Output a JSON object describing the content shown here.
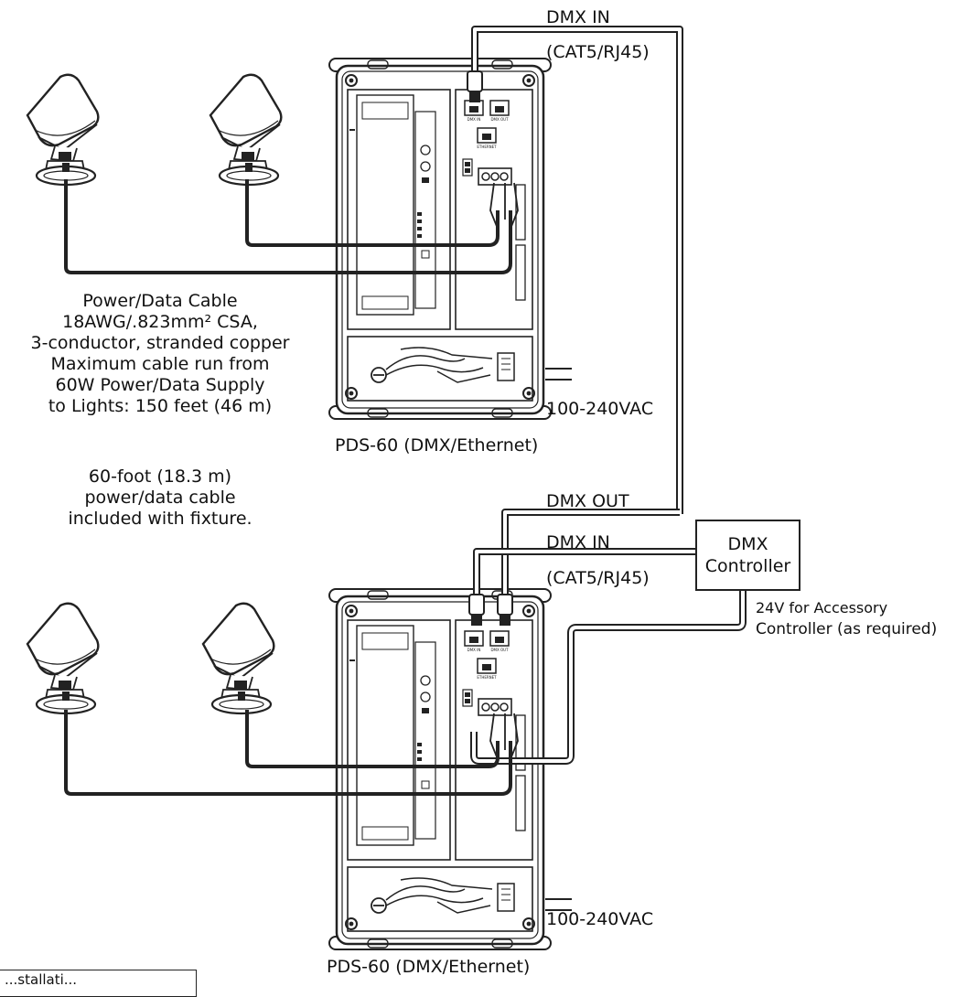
{
  "labels": {
    "dmx_in_top": "DMX IN",
    "cat5_top": "(CAT5/RJ45)",
    "voltage_top": "100-240VAC",
    "pds_top": "PDS-60 (DMX/Ethernet)",
    "dmx_out": "DMX OUT",
    "dmx_in_bottom": "DMX IN",
    "cat5_bottom": "(CAT5/RJ45)",
    "voltage_bottom": "100-240VAC",
    "pds_bottom": "PDS-60 (DMX/Ethernet)"
  },
  "controller": {
    "line1": "DMX",
    "line2": "Controller",
    "accessory_line1": "24V for Accessory",
    "accessory_line2": "Controller (as required)"
  },
  "power_note": [
    "Power/Data Cable",
    "18AWG/.823mm² CSA,",
    "3-conductor, stranded copper",
    "Maximum cable run from",
    "60W Power/Data Supply",
    "to Lights: 150 feet (46 m)"
  ],
  "cable_note": [
    "60-foot (18.3 m)",
    "power/data cable",
    "included with fixture."
  ],
  "port_labels": {
    "dmx_in": "DMX IN",
    "dmx_out": "DMX OUT",
    "ethernet": "ETHERNET"
  },
  "footer_note": "...stallati..."
}
